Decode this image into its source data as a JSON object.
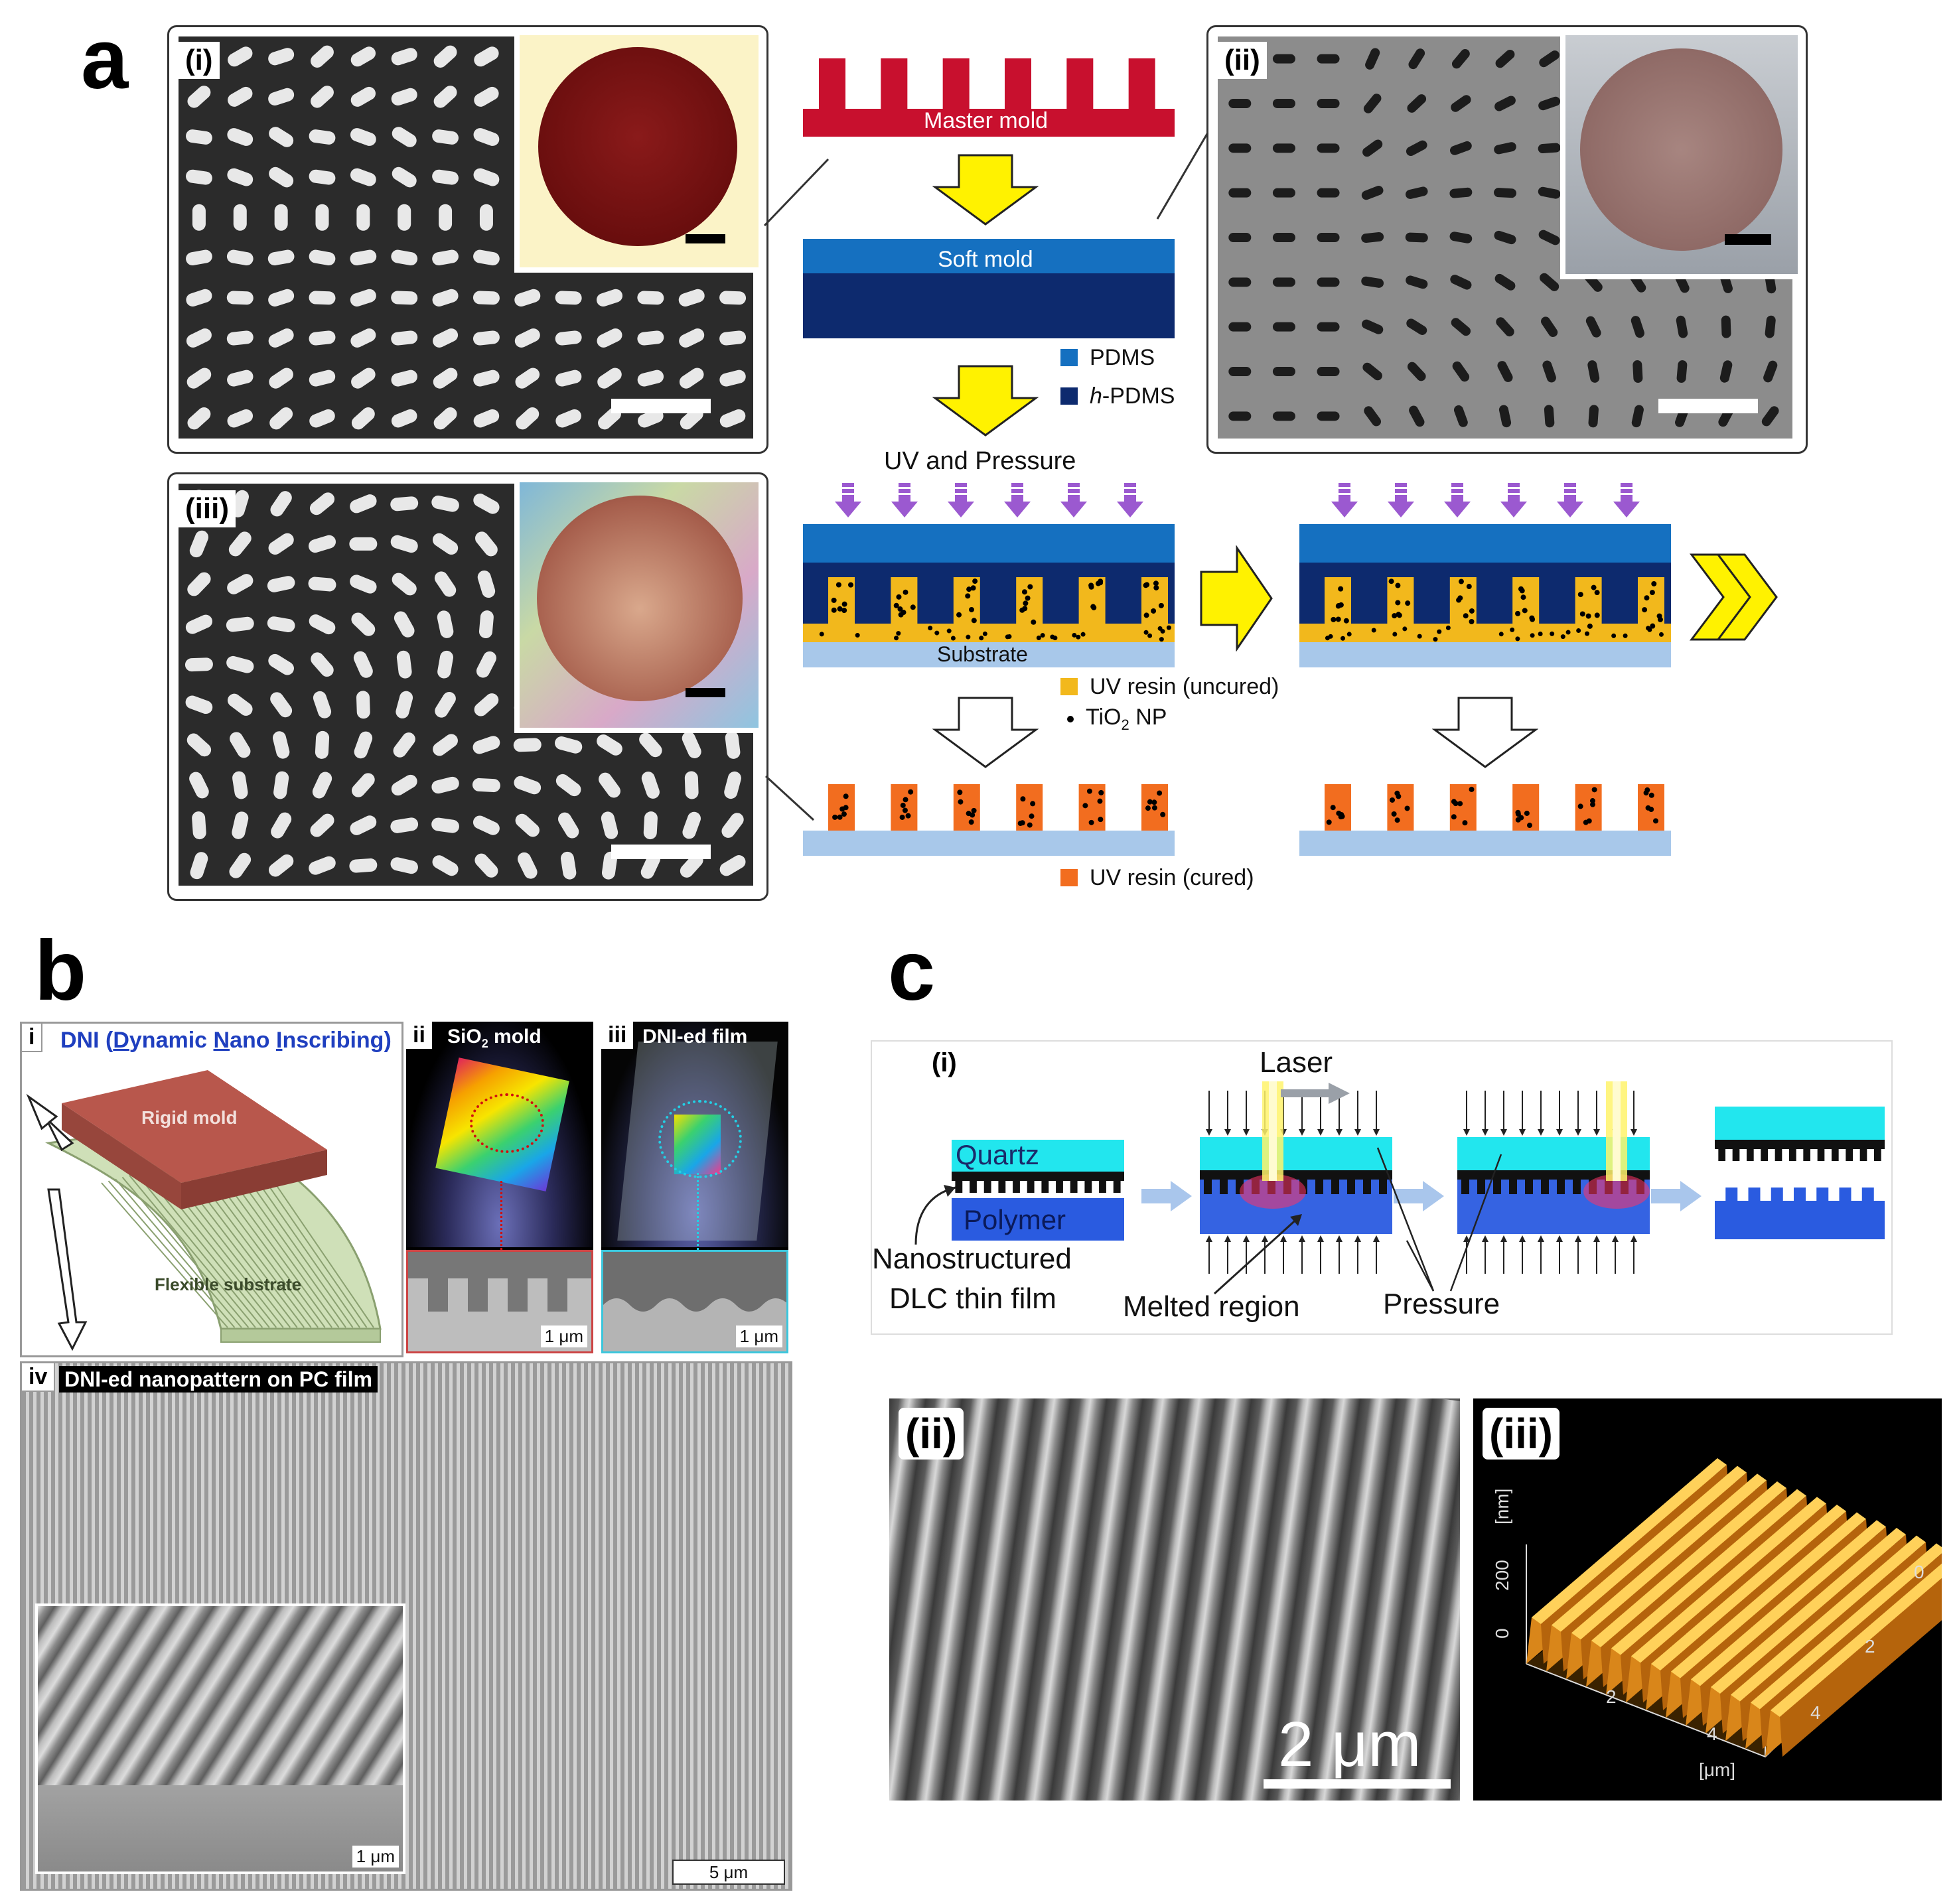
{
  "panel_letters": {
    "a": "a",
    "b": "b",
    "c": "c"
  },
  "panel_a": {
    "sub_i": "(i)",
    "sub_ii": "(ii)",
    "sub_iii": "(iii)",
    "master_mold": "Master mold",
    "soft_mold": "Soft mold",
    "legend_pdms": "PDMS",
    "legend_hpdms_italic": "h",
    "legend_hpdms_rest": "-PDMS",
    "uv_pressure": "UV and Pressure",
    "substrate": "Substrate",
    "legend_uncured": "UV resin (uncured)",
    "legend_tio2_a": "TiO",
    "legend_tio2_sub": "2",
    "legend_tio2_b": " NP",
    "legend_cured": "UV resin (cured)",
    "colors": {
      "master_red": "#c8102e",
      "pdms": "#1570c0",
      "hpdms": "#0d2a6e",
      "resin_uncured": "#f2b81c",
      "resin_cured": "#f26d1f",
      "substrate": "#a8c8ea",
      "arrow_yellow": "#fff200",
      "uv_arrow": "#9b59d0"
    }
  },
  "panel_b": {
    "i_tag": "i",
    "i_title_parts": [
      "DNI (",
      "D",
      "ynamic ",
      "N",
      "ano ",
      "I",
      "nscribing)"
    ],
    "rigid_mold": "Rigid mold",
    "flexible_substrate": "Flexible substrate",
    "ii_tag": "ii",
    "ii_title_a": "SiO",
    "ii_title_sub": "2",
    "ii_title_b": " mold",
    "iii_tag": "iii",
    "iii_title": "DNI-ed  film",
    "scale_1um": "1 μm",
    "iv_tag": "iv",
    "iv_title": "DNI-ed nanopattern on PC film",
    "scale_5um": "5 μm"
  },
  "panel_c": {
    "sub_i": "(i)",
    "laser": "Laser",
    "quartz": "Quartz",
    "polymer": "Polymer",
    "nanostructured": "Nanostructured",
    "dlc": "DLC thin film",
    "melted": "Melted  region",
    "pressure": "Pressure",
    "sub_ii": "(ii)",
    "scale_2um": "2 μm",
    "sub_iii": "(iii)",
    "afm_z_label": "[nm]",
    "afm_z_200": "200",
    "afm_z_0": "0",
    "afm_x_label": "[μm]",
    "afm_x_2": "2",
    "afm_x_4": "4",
    "afm_y_0": "0",
    "afm_y_2": "2",
    "afm_y_4": "4",
    "colors": {
      "quartz": "#22e6ee",
      "polymer": "#2a5be0",
      "arrow": "#a9c6ec"
    }
  }
}
